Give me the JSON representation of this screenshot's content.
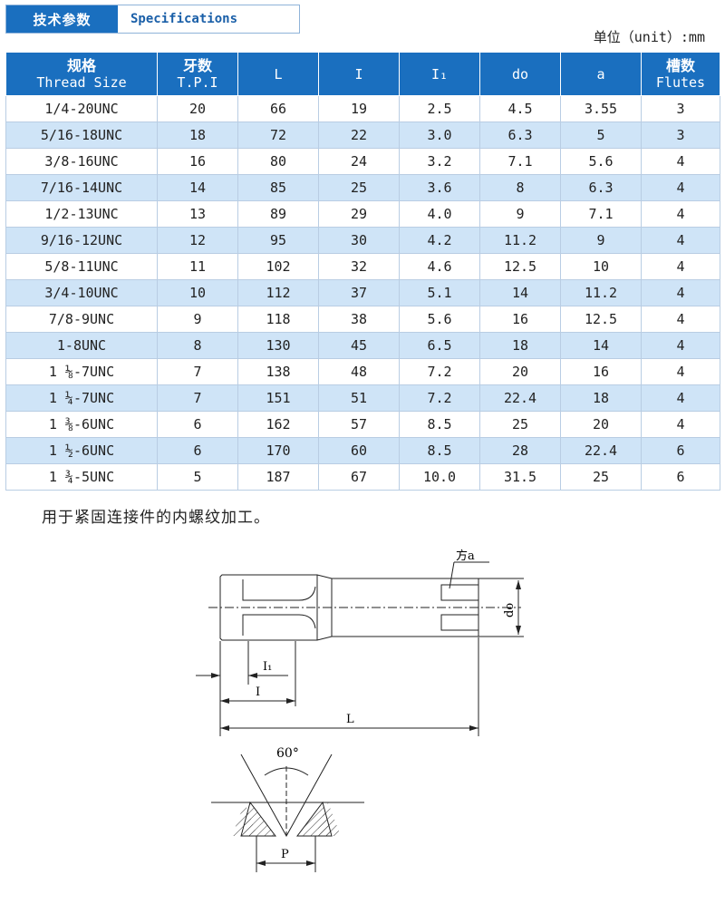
{
  "header": {
    "title_cn": "技术参数",
    "title_en": "Specifications"
  },
  "unit_label": "单位（unit）:mm",
  "table": {
    "columns": [
      {
        "cn": "规格",
        "en": "Thread Size"
      },
      {
        "cn": "牙数",
        "en": "T.P.I"
      },
      {
        "cn": "",
        "en": "L"
      },
      {
        "cn": "",
        "en": "I"
      },
      {
        "cn": "",
        "en": "I₁"
      },
      {
        "cn": "",
        "en": "do"
      },
      {
        "cn": "",
        "en": "a"
      },
      {
        "cn": "槽数",
        "en": "Flutes"
      }
    ],
    "rows": [
      [
        "1/4-20UNC",
        "20",
        "66",
        "19",
        "2.5",
        "4.5",
        "3.55",
        "3"
      ],
      [
        "5/16-18UNC",
        "18",
        "72",
        "22",
        "3.0",
        "6.3",
        "5",
        "3"
      ],
      [
        "3/8-16UNC",
        "16",
        "80",
        "24",
        "3.2",
        "7.1",
        "5.6",
        "4"
      ],
      [
        "7/16-14UNC",
        "14",
        "85",
        "25",
        "3.6",
        "8",
        "6.3",
        "4"
      ],
      [
        "1/2-13UNC",
        "13",
        "89",
        "29",
        "4.0",
        "9",
        "7.1",
        "4"
      ],
      [
        "9/16-12UNC",
        "12",
        "95",
        "30",
        "4.2",
        "11.2",
        "9",
        "4"
      ],
      [
        "5/8-11UNC",
        "11",
        "102",
        "32",
        "4.6",
        "12.5",
        "10",
        "4"
      ],
      [
        "3/4-10UNC",
        "10",
        "112",
        "37",
        "5.1",
        "14",
        "11.2",
        "4"
      ],
      [
        "7/8-9UNC",
        "9",
        "118",
        "38",
        "5.6",
        "16",
        "12.5",
        "4"
      ],
      [
        "1-8UNC",
        "8",
        "130",
        "45",
        "6.5",
        "18",
        "14",
        "4"
      ],
      [
        "1 ⅛-7UNC",
        "7",
        "138",
        "48",
        "7.2",
        "20",
        "16",
        "4"
      ],
      [
        "1 ¼-7UNC",
        "7",
        "151",
        "51",
        "7.2",
        "22.4",
        "18",
        "4"
      ],
      [
        "1 ⅜-6UNC",
        "6",
        "162",
        "57",
        "8.5",
        "25",
        "20",
        "4"
      ],
      [
        "1 ½-6UNC",
        "6",
        "170",
        "60",
        "8.5",
        "28",
        "22.4",
        "6"
      ],
      [
        "1 ¾-5UNC",
        "5",
        "187",
        "67",
        "10.0",
        "31.5",
        "25",
        "6"
      ]
    ]
  },
  "note": "用于紧固连接件的内螺纹加工。",
  "diagram": {
    "label_square": "方a",
    "label_do": "do",
    "label_I1": "I₁",
    "label_I": "I",
    "label_L": "L",
    "label_angle": "60°",
    "label_P": "P"
  }
}
